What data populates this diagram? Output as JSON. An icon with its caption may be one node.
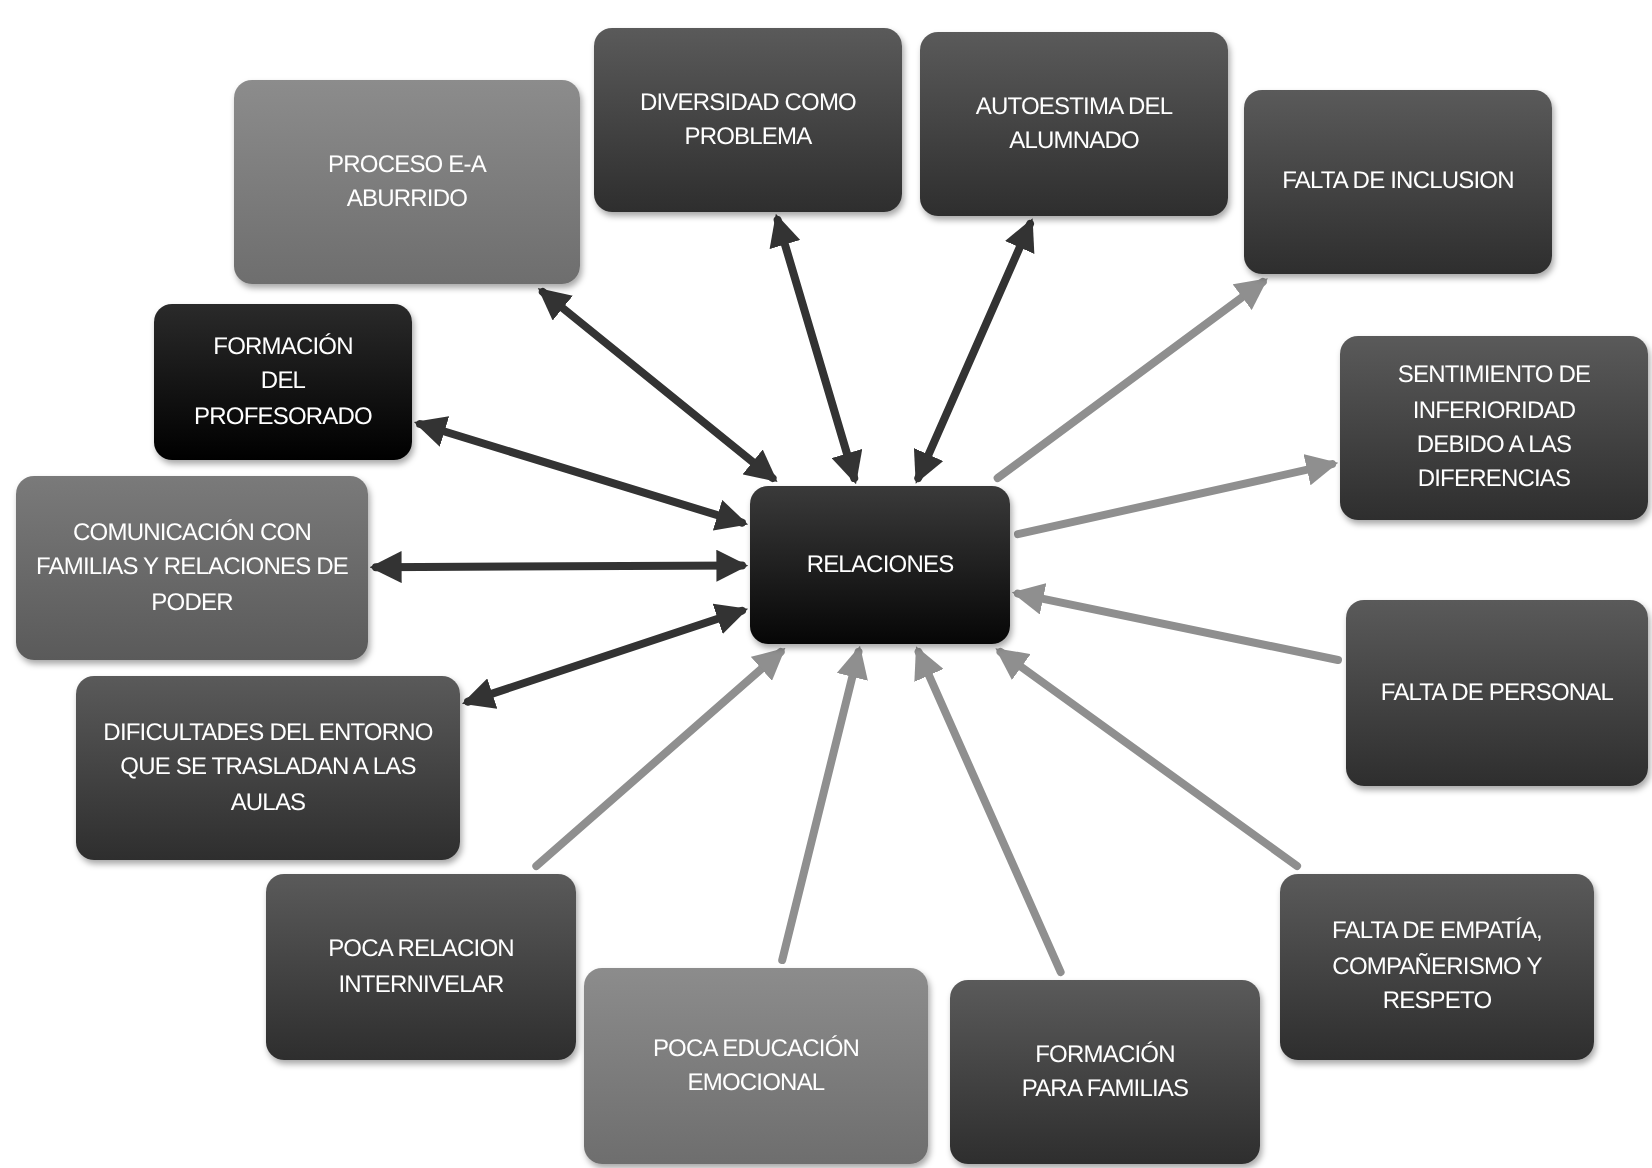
{
  "diagram": {
    "nodes": [
      {
        "text": [
          "RELACIONES"
        ]
      },
      {
        "text": [
          "PROCESO E-A ABURRIDO"
        ]
      },
      {
        "text": [
          "DIVERSIDAD COMO PROBLEMA"
        ]
      },
      {
        "text": [
          "AUTOESTIMA DEL ALUMNADO"
        ]
      },
      {
        "text": [
          "FALTA DE INCLUSION"
        ]
      },
      {
        "text": [
          "FORMACIÓN DEL PROFESORADO"
        ]
      },
      {
        "text": [
          "SENTIMIENTO DE INFERIORIDAD DEBIDO A LAS DIFERENCIAS"
        ]
      },
      {
        "text": [
          "COMUNICACIÓN CON FAMILIAS Y RELACIONES DE PODER"
        ]
      },
      {
        "text": [
          "FALTA DE PERSONAL"
        ]
      },
      {
        "text": [
          "DIFICULTADES DEL ENTORNO QUE SE TRASLADAN A LAS AULAS"
        ]
      },
      {
        "text": [
          "POCA RELACION INTERNIVELAR"
        ]
      },
      {
        "text": [
          "POCA EDUCACIÓN EMOCIONAL"
        ]
      },
      {
        "text": [
          "FORMACIÓN PARA FAMILIAS"
        ]
      },
      {
        "text": [
          "FALTA DE EMPATÍA, COMPAÑERISMO Y RESPETO"
        ]
      }
    ],
    "edges": [
      {
        "from": 0,
        "to": 1,
        "arrow": "both",
        "color": "#333333"
      },
      {
        "from": 0,
        "to": 2,
        "arrow": "both",
        "color": "#333333"
      },
      {
        "from": 0,
        "to": 3,
        "arrow": "both",
        "color": "#333333"
      },
      {
        "from": 0,
        "to": 4,
        "arrow": "to"
      },
      {
        "from": 0,
        "to": 5,
        "arrow": "both",
        "color": "#333333"
      },
      {
        "from": 0,
        "to": 6,
        "arrow": "to"
      },
      {
        "from": 0,
        "to": 7,
        "arrow": "both",
        "color": "#333333"
      },
      {
        "from": 8,
        "to": 0,
        "arrow": "to"
      },
      {
        "from": 0,
        "to": 9,
        "arrow": "both",
        "color": "#333333"
      },
      {
        "from": 10,
        "to": 0,
        "arrow": "to"
      },
      {
        "from": 11,
        "to": 0,
        "arrow": "to"
      },
      {
        "from": 12,
        "to": 0,
        "arrow": "to"
      },
      {
        "from": 13,
        "to": 0,
        "arrow": "to"
      }
    ]
  }
}
